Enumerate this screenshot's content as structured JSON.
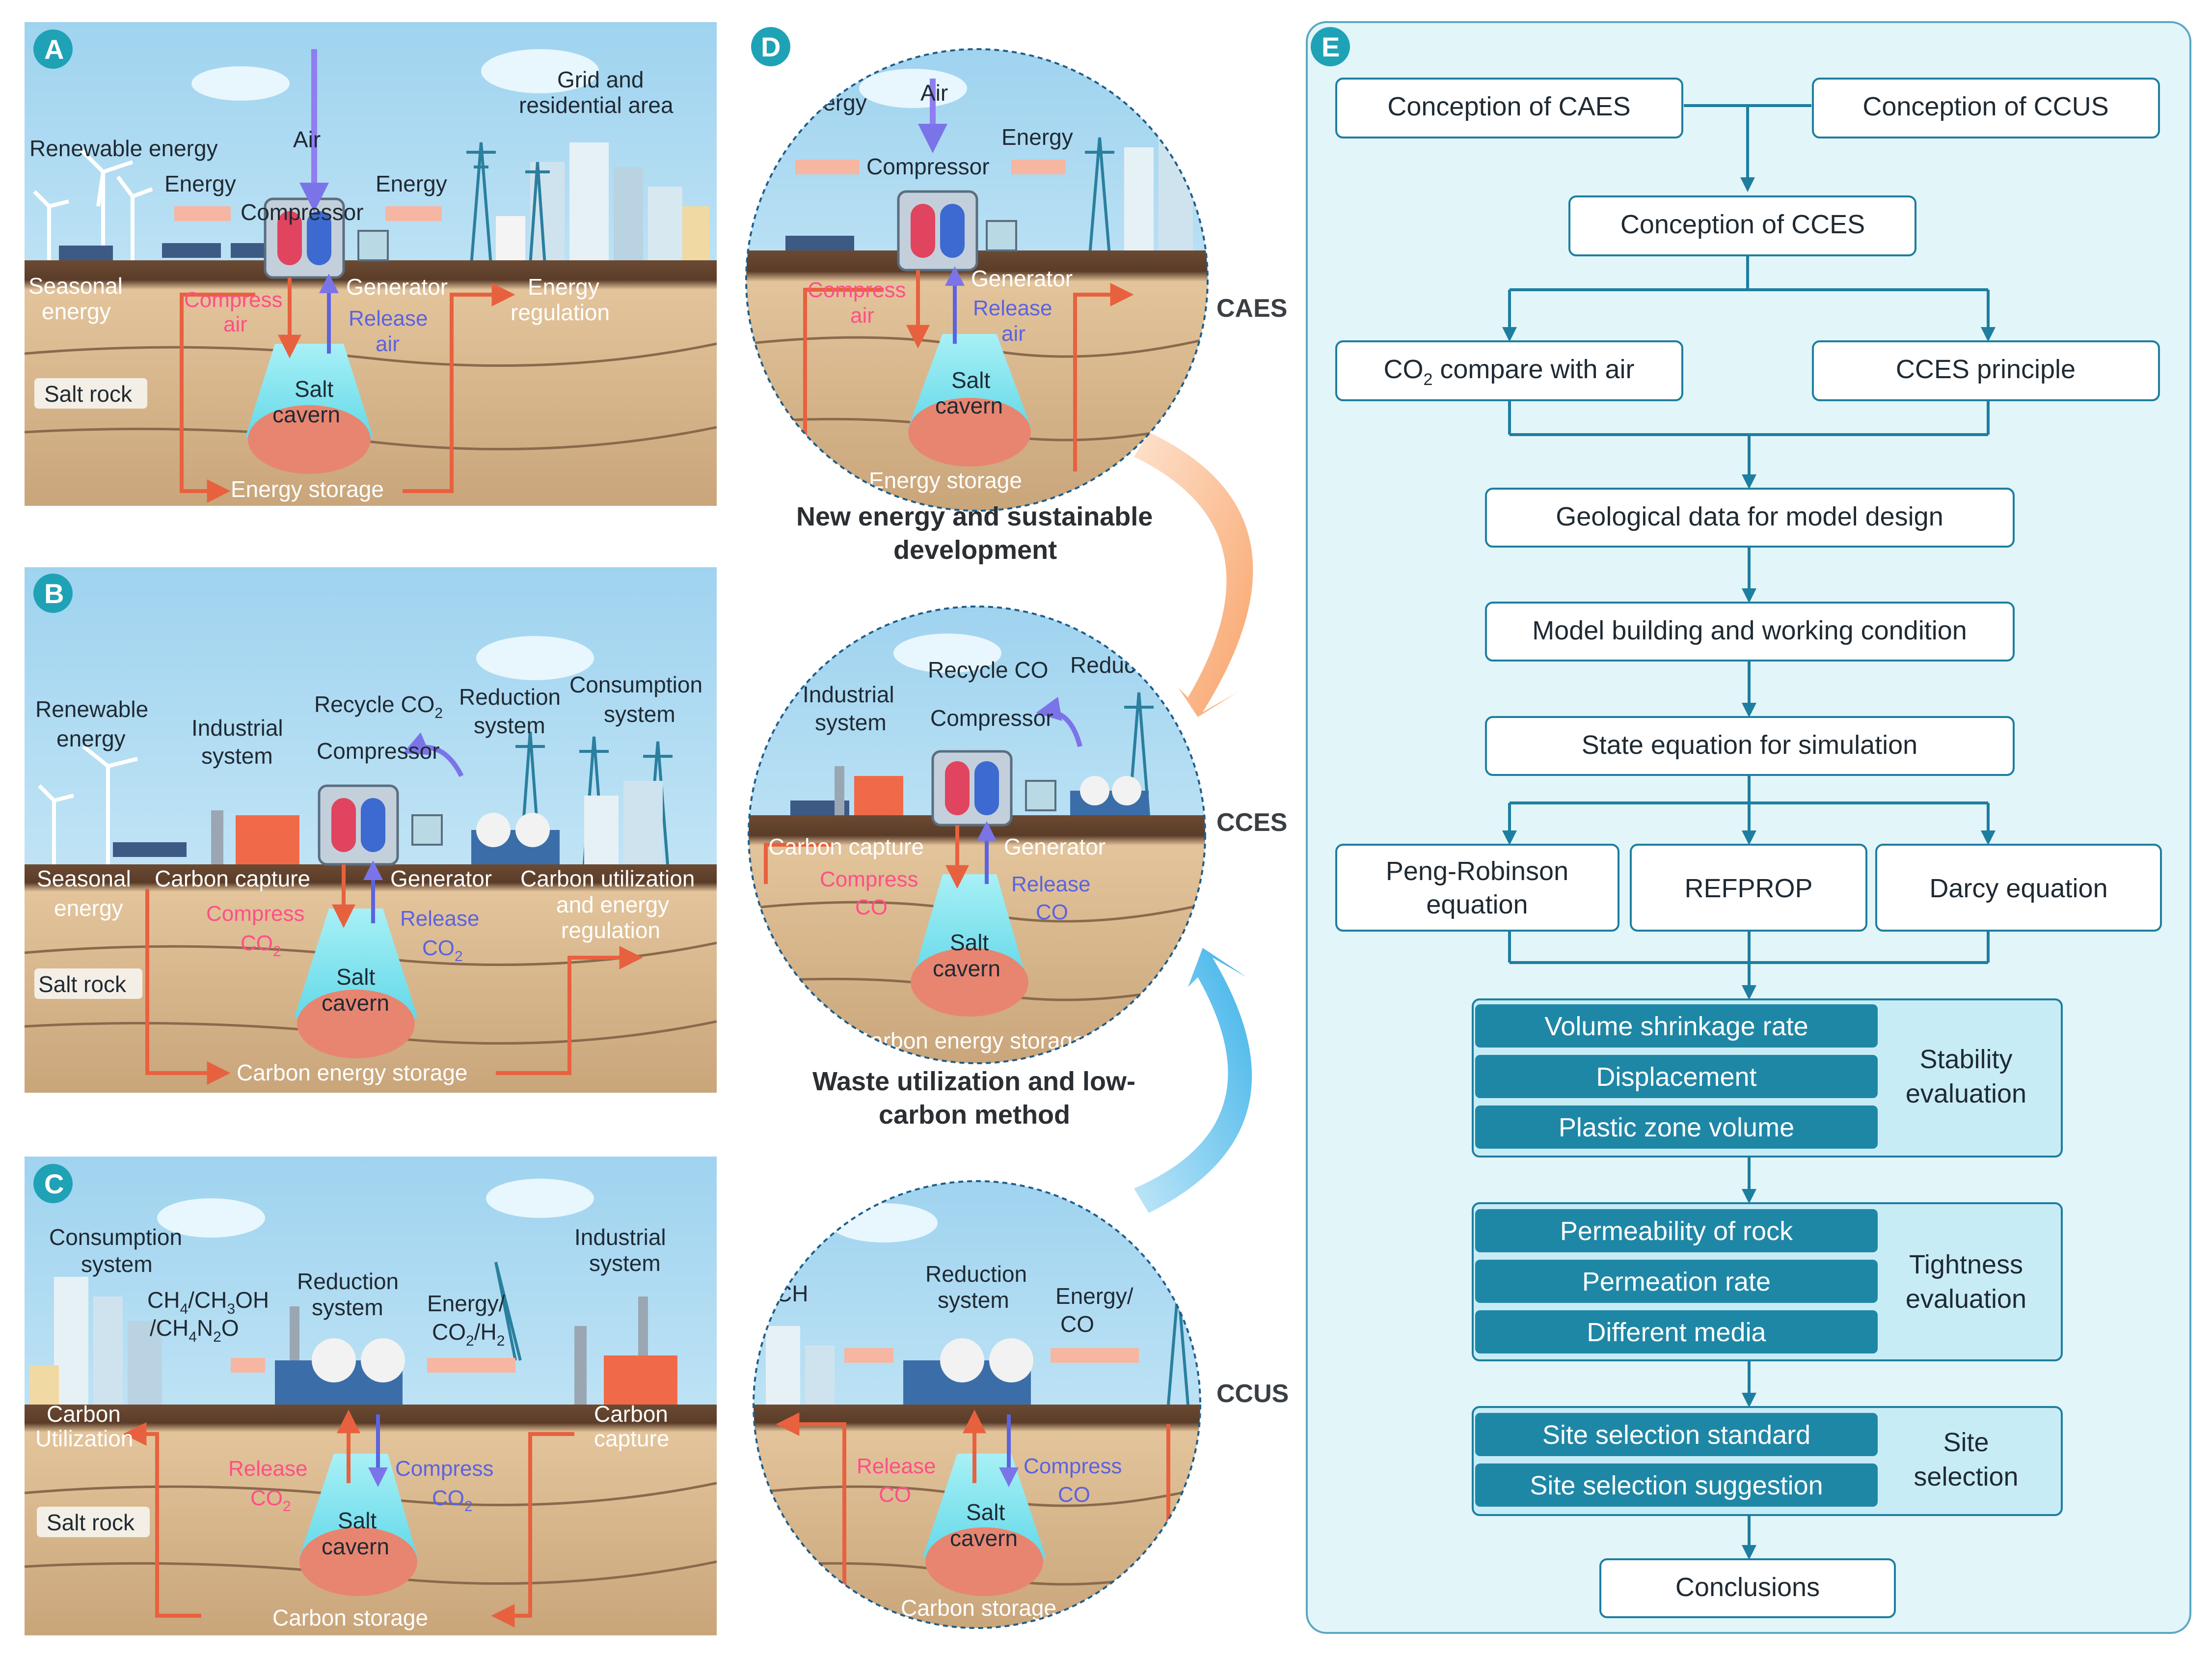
{
  "panels": {
    "A": {
      "badge": "A",
      "renewable": "Renewable energy",
      "energy1": "Energy",
      "air": "Air",
      "compressor": "Compressor",
      "energy2": "Energy",
      "grid1": "Grid and",
      "grid2": "residential area",
      "seasonal1": "Seasonal",
      "seasonal2": "energy",
      "compress1": "Compress",
      "compress2": "air",
      "generator": "Generator",
      "release1": "Release",
      "release2": "air",
      "regulation1": "Energy",
      "regulation2": "regulation",
      "salt_rock": "Salt rock",
      "cavern1": "Salt",
      "cavern2": "cavern",
      "storage": "Energy storage"
    },
    "B": {
      "badge": "B",
      "renewable1": "Renewable",
      "renewable2": "energy",
      "industrial1": "Industrial",
      "industrial2": "system",
      "recycle": "Recycle CO",
      "recycle_sub": "2",
      "compressor": "Compressor",
      "reduction1": "Reduction",
      "reduction2": "system",
      "consumption1": "Consumption",
      "consumption2": "system",
      "seasonal1": "Seasonal",
      "seasonal2": "energy",
      "capture": "Carbon capture",
      "generator": "Generator",
      "utilization1": "Carbon utilization",
      "utilization2": "and energy",
      "utilization3": "regulation",
      "compress": "Compress",
      "release": "Release",
      "co2": "CO",
      "co2_sub": "2",
      "salt_rock": "Salt rock",
      "cavern1": "Salt",
      "cavern2": "cavern",
      "storage": "Carbon energy storage"
    },
    "C": {
      "badge": "C",
      "consumption1": "Consumption",
      "consumption2": "system",
      "fuels1": "CH",
      "fuels1_sub": "4",
      "fuels1_rest": "/CH",
      "fuels1_sub2": "3",
      "fuels1_end": "OH",
      "fuels2": "/CH",
      "fuels2_sub": "4",
      "fuels2_mid": "N",
      "fuels2_sub2": "2",
      "fuels2_end": "O",
      "reduction1": "Reduction",
      "reduction2": "system",
      "energy1": "Energy/",
      "energy2": "CO",
      "energy2_sub": "2",
      "energy2_end": "/H",
      "energy2_sub2": "2",
      "industrial1": "Industrial",
      "industrial2": "system",
      "util1": "Carbon",
      "util2": "Utilization",
      "capture1": "Carbon",
      "capture2": "capture",
      "release": "Release",
      "compress": "Compress",
      "co2": "CO",
      "co2_sub": "2",
      "salt_rock": "Salt rock",
      "cavern1": "Salt",
      "cavern2": "cavern",
      "storage": "Carbon storage"
    },
    "D": {
      "badge": "D",
      "caes_label": "CAES",
      "cces_label": "CCES",
      "ccus_label": "CCUS",
      "cap1a": "New energy and sustainable",
      "cap1b": "development",
      "cap2a": "Waste utilization and low-",
      "cap2b": "carbon method",
      "c1_energy_a": "Energy",
      "c1_air": "Air",
      "c1_energy_b": "Energy",
      "c1_compressor": "Compressor",
      "c1_generator": "Generator",
      "c1_compress": "Compress",
      "c1_air2": "air",
      "c1_release": "Release",
      "c1_air3": "air",
      "c1_cavern1": "Salt",
      "c1_cavern2": "cavern",
      "c1_storage": "Energy storage",
      "c2_industrial1": "Industrial",
      "c2_industrial2": "system",
      "c2_recycle": "Recycle CO",
      "c2_compressor": "Compressor",
      "c2_reduction": "Reduction system",
      "c2_capture": "Carbon capture",
      "c2_generator": "Generator",
      "c2_compress": "Compress",
      "c2_release": "Release",
      "c2_co2": "CO",
      "c2_cavern1": "Salt",
      "c2_cavern2": "cavern",
      "c2_storage": "Carbon energy storage",
      "c3_reduction1": "Reduction",
      "c3_reduction2": "system",
      "c3_fuels1": "CH",
      "c3_energy1": "Energy/",
      "c3_energy2": "CO",
      "c3_release": "Release",
      "c3_compress": "Compress",
      "c3_co2": "CO",
      "c3_cavern1": "Salt",
      "c3_cavern2": "cavern",
      "c3_storage": "Carbon storage"
    },
    "E": {
      "badge": "E",
      "caes": "Conception of CAES",
      "ccus": "Conception of CCUS",
      "cces": "Conception of CCES",
      "co2_compare_pre": "CO",
      "co2_compare_sub": "2",
      "co2_compare_post": " compare with air",
      "cces_principle": "CCES principle",
      "geo": "Geological data for model design",
      "model": "Model building and working condition",
      "state": "State equation for simulation",
      "peng1": "Peng-Robinson",
      "peng2": "equation",
      "refprop": "REFPROP",
      "darcy": "Darcy equation",
      "stability_items": [
        "Volume shrinkage rate",
        "Displacement",
        "Plastic zone volume"
      ],
      "stability_label1": "Stability",
      "stability_label2": "evaluation",
      "tightness_items": [
        "Permeability of rock",
        "Permeation rate",
        "Different media"
      ],
      "tightness_label1": "Tightness",
      "tightness_label2": "evaluation",
      "site_items": [
        "Site selection standard",
        "Site selection suggestion"
      ],
      "site_label1": "Site",
      "site_label2": "selection",
      "conclusions": "Conclusions"
    }
  },
  "colors": {
    "sky": "#bfe2f4",
    "ground": "#d9b98f",
    "deep_ground": "#c9a57a",
    "cavern": "#7fe3ef",
    "brine": "#e88570",
    "flow_arrow": "#e8613f",
    "badge": "#1fa2b6",
    "fc_border": "#1e7ea0",
    "fc_fill_dark": "#1f87a6",
    "fc_group_fill": "#dff3f8",
    "panel_e_fill": "#e2f5f9",
    "orange_arc": "#fbb98a",
    "blue_arc": "#5cc0ec"
  }
}
